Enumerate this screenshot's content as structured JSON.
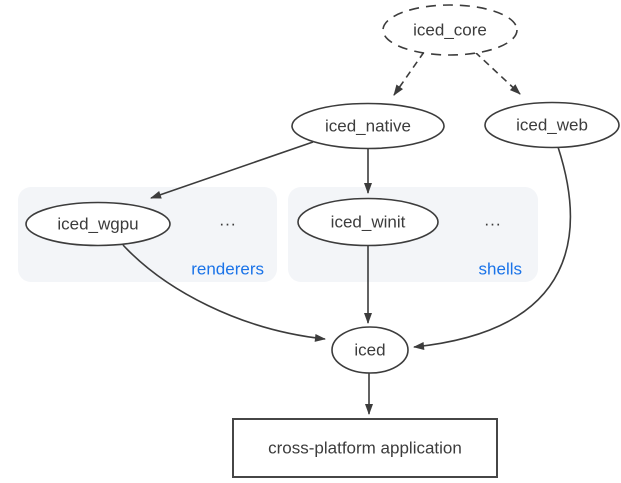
{
  "nodes": {
    "iced_core": {
      "label": "iced_core",
      "style": "dashed-ellipse"
    },
    "iced_native": {
      "label": "iced_native",
      "style": "ellipse"
    },
    "iced_web": {
      "label": "iced_web",
      "style": "ellipse"
    },
    "iced_wgpu": {
      "label": "iced_wgpu",
      "style": "ellipse"
    },
    "iced_winit": {
      "label": "iced_winit",
      "style": "ellipse"
    },
    "iced": {
      "label": "iced",
      "style": "ellipse"
    }
  },
  "groups": {
    "renderers": {
      "label": "renderers",
      "ellipsis": "..."
    },
    "shells": {
      "label": "shells",
      "ellipsis": "..."
    }
  },
  "app_node": {
    "label": "cross-platform application"
  },
  "edges": [
    {
      "from": "iced_core",
      "to": "iced_native",
      "style": "dashed"
    },
    {
      "from": "iced_core",
      "to": "iced_web",
      "style": "dashed"
    },
    {
      "from": "iced_native",
      "to": "iced_wgpu",
      "style": "solid"
    },
    {
      "from": "iced_native",
      "to": "iced_winit",
      "style": "solid"
    },
    {
      "from": "iced_wgpu",
      "to": "iced",
      "style": "solid"
    },
    {
      "from": "iced_winit",
      "to": "iced",
      "style": "solid"
    },
    {
      "from": "iced_web",
      "to": "iced",
      "style": "solid"
    },
    {
      "from": "iced",
      "to": "cross-platform application",
      "style": "solid"
    }
  ],
  "colors": {
    "stroke": "#3c3c3c",
    "node_fill": "#ffffff",
    "group_fill": "#f3f5f8",
    "group_label": "#1a73e8",
    "background": "#ffffff"
  }
}
